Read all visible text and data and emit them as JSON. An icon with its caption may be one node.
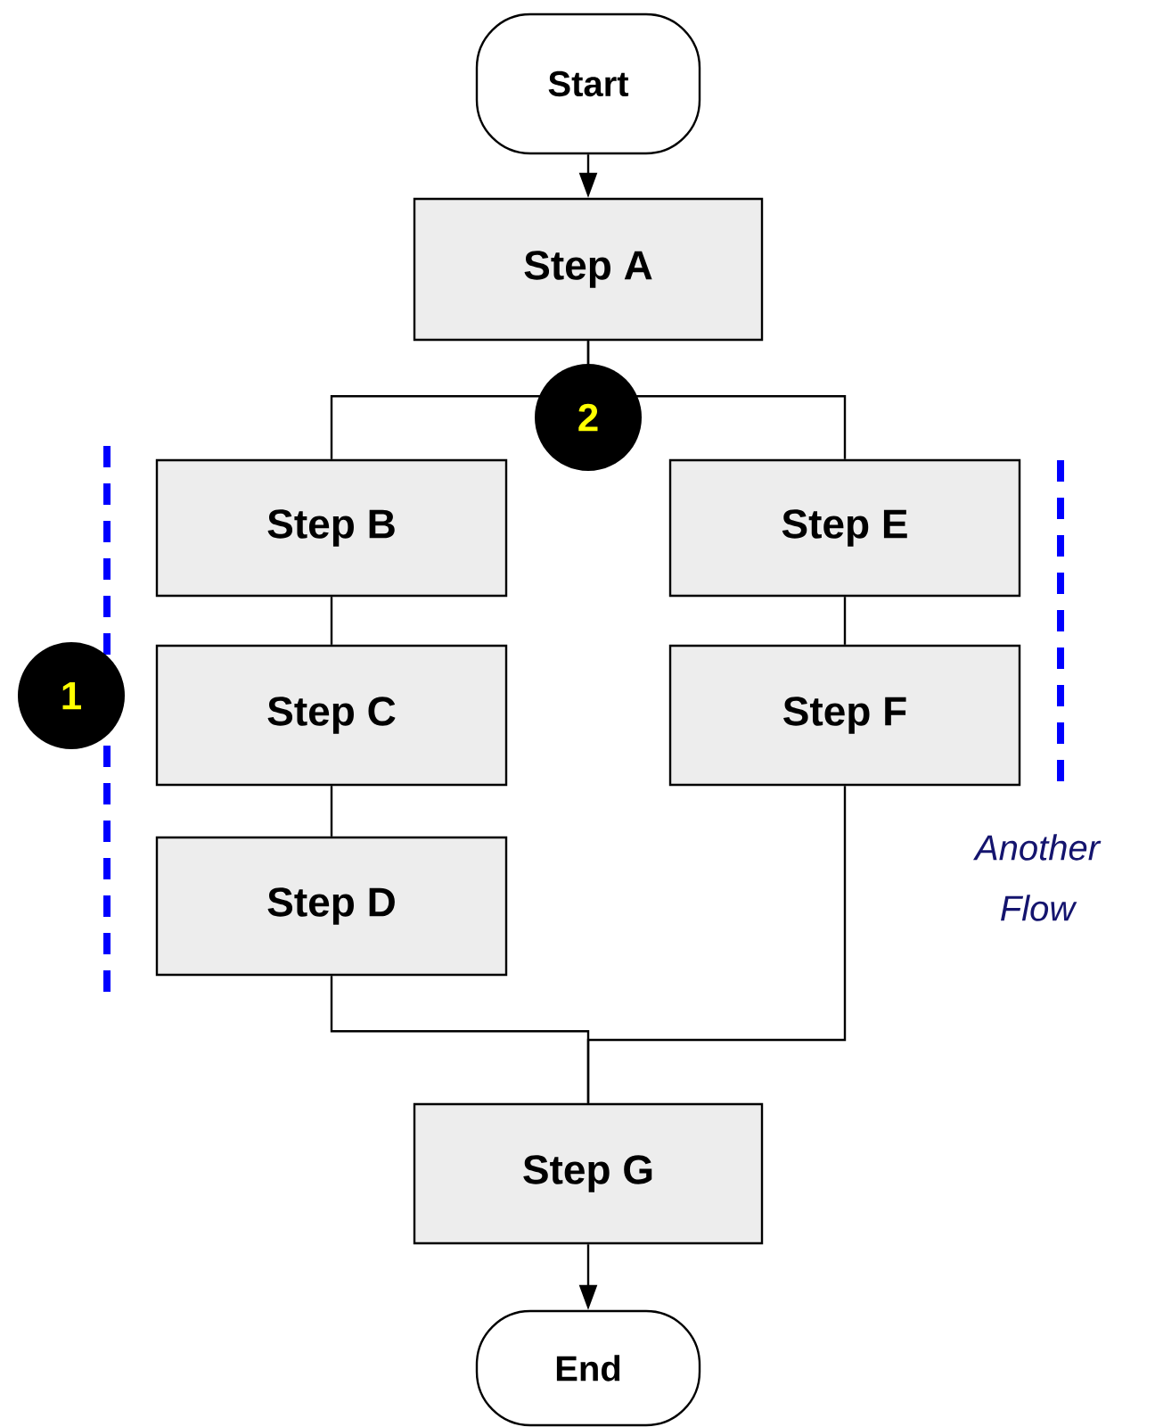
{
  "diagram": {
    "nodes": [
      {
        "text": [
          "Start"
        ]
      },
      {
        "text": [
          "Step A"
        ]
      },
      {
        "text": [
          "Step B"
        ]
      },
      {
        "text": [
          "Step C"
        ]
      },
      {
        "text": [
          "Step D"
        ]
      },
      {
        "text": [
          "Step E"
        ]
      },
      {
        "text": [
          "Step F"
        ]
      },
      {
        "text": [
          "Step G"
        ]
      },
      {
        "text": [
          "End"
        ]
      }
    ],
    "edges": [
      {
        "from": 0,
        "to": 1,
        "arrow": "to"
      },
      {
        "from": 1,
        "to": 2,
        "arrow": "none"
      },
      {
        "from": 1,
        "to": 5,
        "arrow": "none"
      },
      {
        "from": 2,
        "to": 3,
        "arrow": "none"
      },
      {
        "from": 3,
        "to": 4,
        "arrow": "none"
      },
      {
        "from": 5,
        "to": 6,
        "arrow": "none"
      },
      {
        "from": 4,
        "to": 7,
        "arrow": "none"
      },
      {
        "from": 6,
        "to": 7,
        "arrow": "none"
      },
      {
        "from": 7,
        "to": 8,
        "arrow": "to"
      }
    ],
    "labels": [
      "2",
      "1",
      "Another Flow"
    ]
  }
}
